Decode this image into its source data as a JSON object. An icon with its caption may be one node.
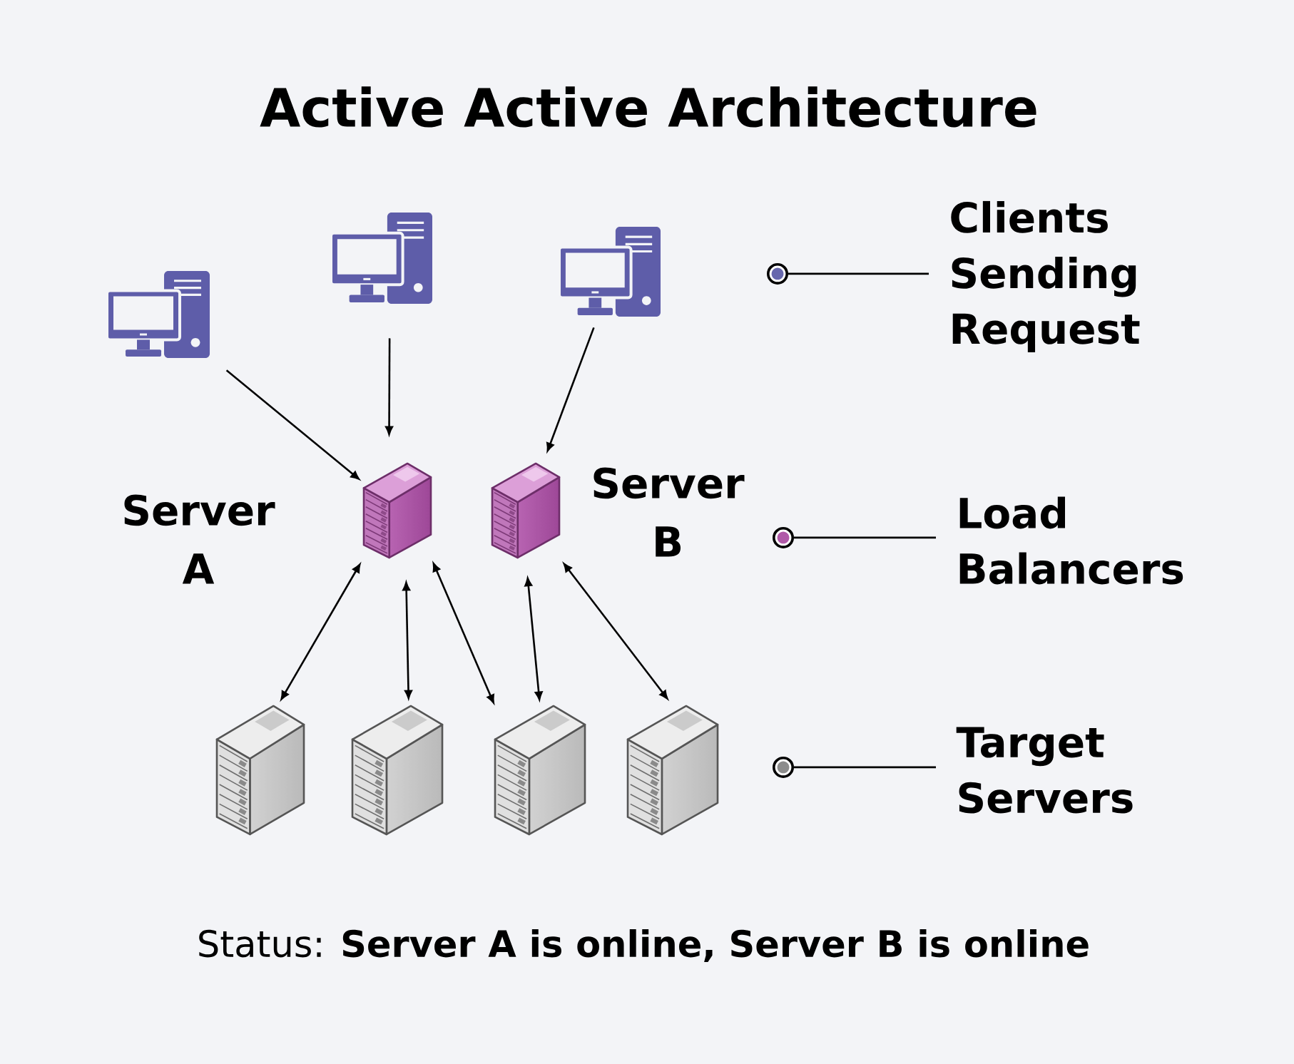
{
  "diagram": {
    "title": "Active Active Architecture",
    "nodes": [
      {
        "text": [],
        "shape": "picture"
      },
      {
        "text": [],
        "shape": "picture"
      },
      {
        "text": [],
        "shape": "picture"
      },
      {
        "text": [],
        "shape": "picture",
        "beside": [
          "Server A"
        ]
      },
      {
        "text": [],
        "shape": "picture",
        "beside": [
          "Server B"
        ]
      },
      {
        "text": [],
        "shape": "picture"
      },
      {
        "text": [],
        "shape": "picture"
      },
      {
        "text": [],
        "shape": "picture"
      },
      {
        "text": [],
        "shape": "picture"
      }
    ],
    "edges": [
      {
        "from": 0,
        "to": 3,
        "arrow": "to"
      },
      {
        "from": 1,
        "to": 3,
        "arrow": "to"
      },
      {
        "from": 2,
        "to": 4,
        "arrow": "to"
      },
      {
        "from": 3,
        "to": 5,
        "arrow": "both"
      },
      {
        "from": 3,
        "to": 6,
        "arrow": "both"
      },
      {
        "from": 3,
        "to": 7,
        "arrow": "both"
      },
      {
        "from": 4,
        "to": 7,
        "arrow": "both"
      },
      {
        "from": 4,
        "to": 8,
        "arrow": "both"
      }
    ],
    "labels": [
      "Status: **Server A is online, Server B is online**"
    ],
    "legend": [
      {
        "text": "Clients Sending Request",
        "color": "#6767ad"
      },
      {
        "text": "Load Balancers",
        "color": "#b05aa8"
      },
      {
        "text": "Target Servers",
        "color": "#8c8c8c"
      }
    ]
  }
}
